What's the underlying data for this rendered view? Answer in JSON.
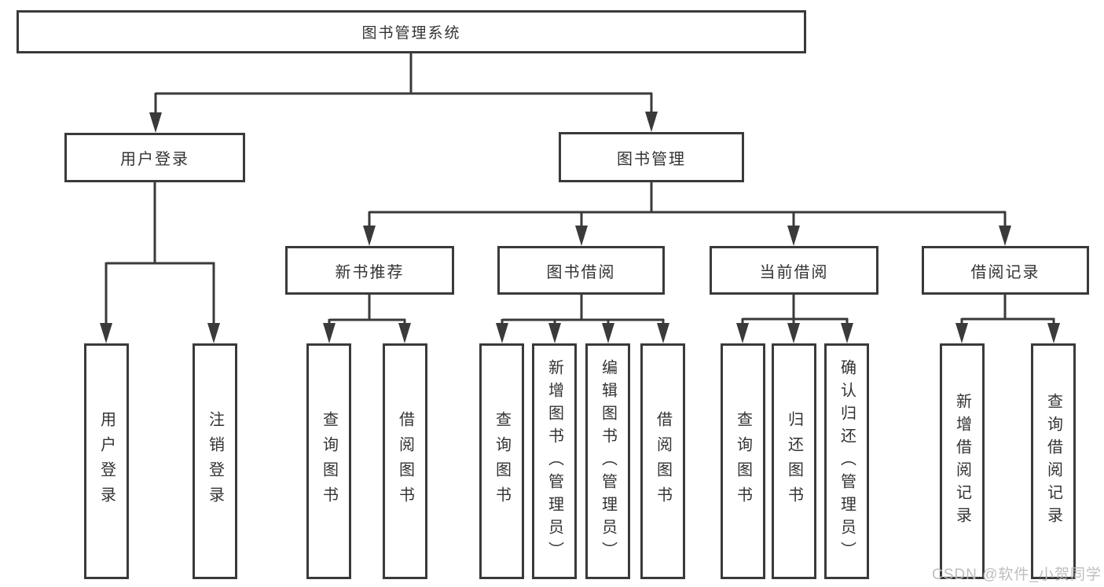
{
  "diagram": {
    "title": "图书管理系统",
    "colors": {
      "line": "#3a3a3a",
      "text": "#333333",
      "background": "#ffffff",
      "watermark": "#bababa"
    },
    "nodes": {
      "root": "图书管理系统",
      "user_login": "用户登录",
      "book_mgmt": "图书管理",
      "new_books": "新书推荐",
      "book_borrow": "图书借阅",
      "current_borrow": "当前借阅",
      "borrow_records": "借阅记录"
    },
    "leaves": {
      "user_login": [
        "用户登录",
        "注销登录"
      ],
      "new_books": [
        "查询图书",
        "借阅图书"
      ],
      "book_borrow": [
        "查询图书",
        "新增图书（管理员）",
        "编辑图书（管理员）",
        "借阅图书"
      ],
      "current_borrow": [
        "查询图书",
        "归还图书",
        "确认归还（管理员）"
      ],
      "borrow_records": [
        "新增借阅记录",
        "查询借阅记录"
      ]
    }
  },
  "watermark": "CSDN @软件_小贺同学"
}
